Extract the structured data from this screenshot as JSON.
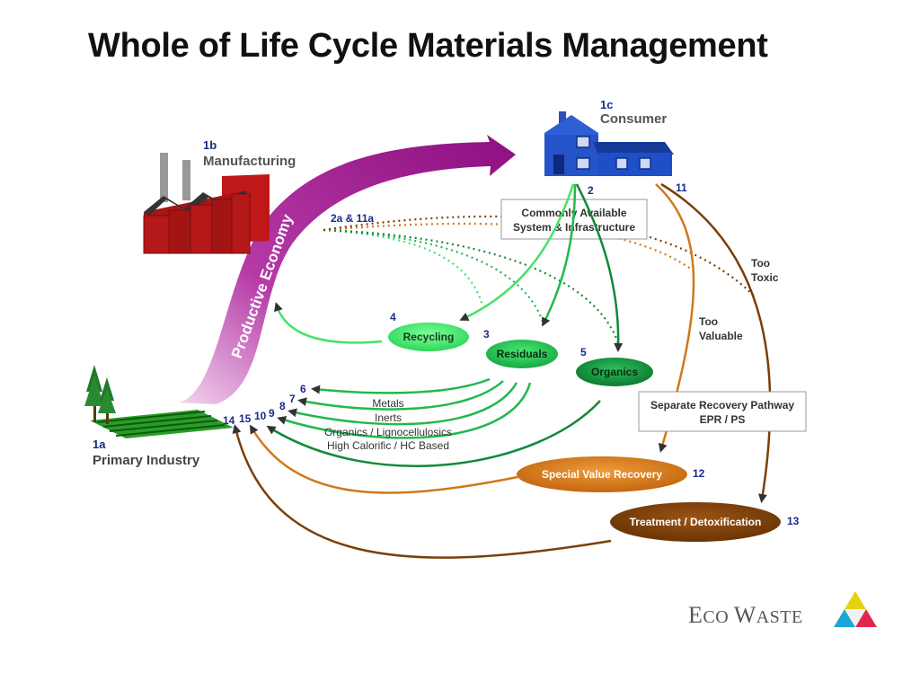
{
  "title": "Whole of Life Cycle Materials Management",
  "nodes": {
    "manufacturing": {
      "num": "1b",
      "label": "Manufacturing"
    },
    "consumer": {
      "num": "1c",
      "label": "Consumer"
    },
    "primary": {
      "num": "1a",
      "label": "Primary Industry"
    },
    "flow_2a": "2a & 11a",
    "productive_economy": "Productive Economy",
    "n2": "2",
    "n11": "11",
    "infra_line1": "Commonly Available",
    "infra_line2": "System & Infrastructure",
    "too_toxic_1": "Too",
    "too_toxic_2": "Toxic",
    "too_valuable_1": "Too",
    "too_valuable_2": "Valuable",
    "recycling": {
      "num": "4",
      "label": "Recycling"
    },
    "residuals": {
      "num": "3",
      "label": "Residuals"
    },
    "organics": {
      "num": "5",
      "label": "Organics"
    },
    "separate_line1": "Separate Recovery Pathway",
    "separate_line2": "EPR / PS",
    "special": {
      "num": "12",
      "label": "Special Value Recovery"
    },
    "treatment": {
      "num": "13",
      "label": "Treatment / Detoxification"
    },
    "outputs": [
      "Metals",
      "Inerts",
      "Organics / Lignocellulosics",
      "High Calorific / HC Based"
    ],
    "return_nums": [
      "6",
      "7",
      "8",
      "9",
      "10",
      "15",
      "14"
    ]
  },
  "logo": {
    "text": "ECO WASTE",
    "prefix1": "E",
    "mid1": "CO ",
    "prefix2": "W",
    "mid2": "ASTE"
  },
  "colors": {
    "purple": "#a0168f",
    "green_light": "#44e26a",
    "green_mid": "#22b850",
    "green_dark": "#12893a",
    "brown_light": "#d0781a",
    "brown_dark": "#7a3f08",
    "house_blue": "#1f4fc7",
    "factory_red": "#b41818"
  }
}
